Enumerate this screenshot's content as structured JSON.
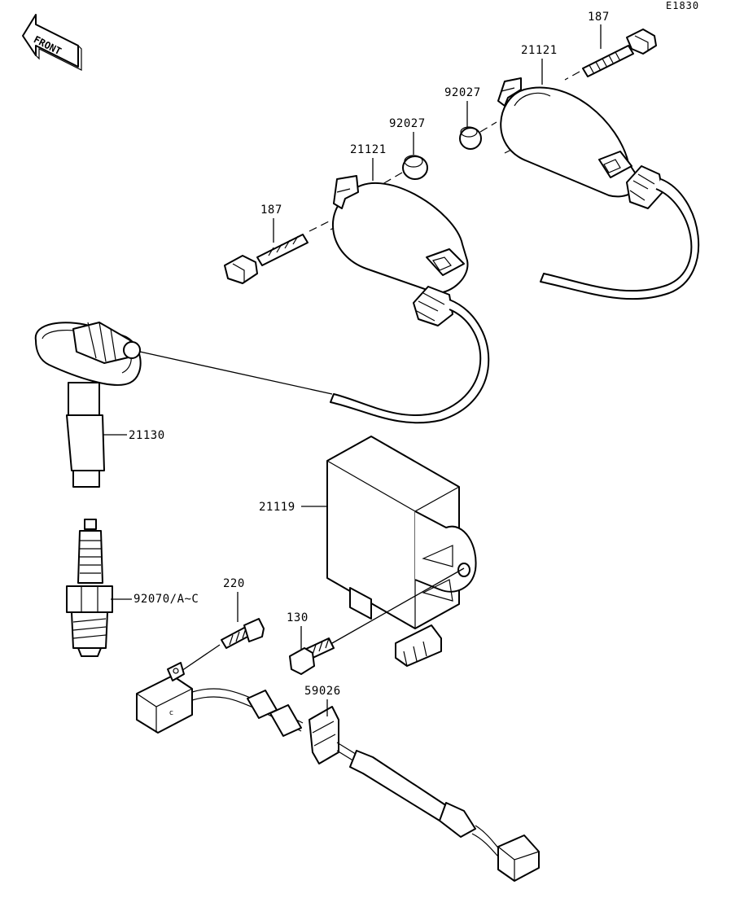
{
  "diagram": {
    "code": "E1830",
    "front_label": "FRONT",
    "connector_mark": "c"
  },
  "parts": {
    "bolt_upper": "187",
    "coil_upper": "21121",
    "spacer_upper": "92027",
    "spacer_lower": "92027",
    "coil_lower": "21121",
    "bolt_lower": "187",
    "plug_cap": "21130",
    "igniter": "21119",
    "spark_plug": "92070/A~C",
    "screw": "220",
    "bolt_igniter": "130",
    "sensor_harness": "59026"
  }
}
